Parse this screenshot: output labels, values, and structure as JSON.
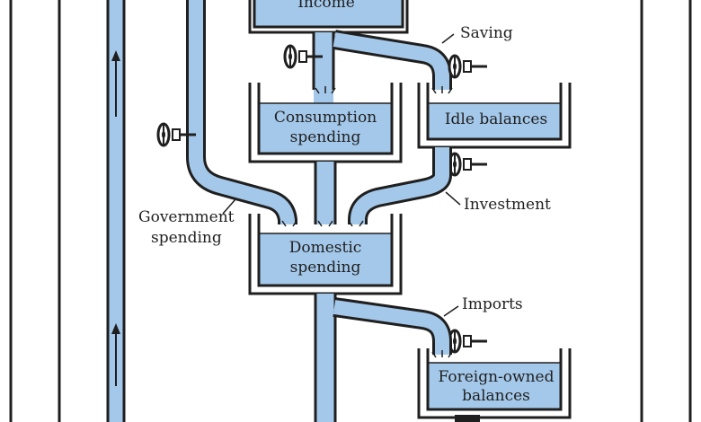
{
  "diagram": {
    "title": "",
    "colors": {
      "water": "#a4c8ea",
      "ink": "#1f1f1f",
      "paper": "#ffffff"
    },
    "tanks": {
      "income": "Income",
      "consumption": [
        "Consumption",
        "spending"
      ],
      "idle": "Idle balances",
      "domestic": [
        "Domestic",
        "spending"
      ],
      "foreign": [
        "Foreign-owned",
        "balances"
      ]
    },
    "flows": {
      "saving": "Saving",
      "investment": "Investment",
      "government": [
        "Government",
        "spending"
      ],
      "imports": "Imports"
    },
    "icons": [
      "valve-wheel-icon",
      "flow-arrow-up-icon"
    ]
  }
}
